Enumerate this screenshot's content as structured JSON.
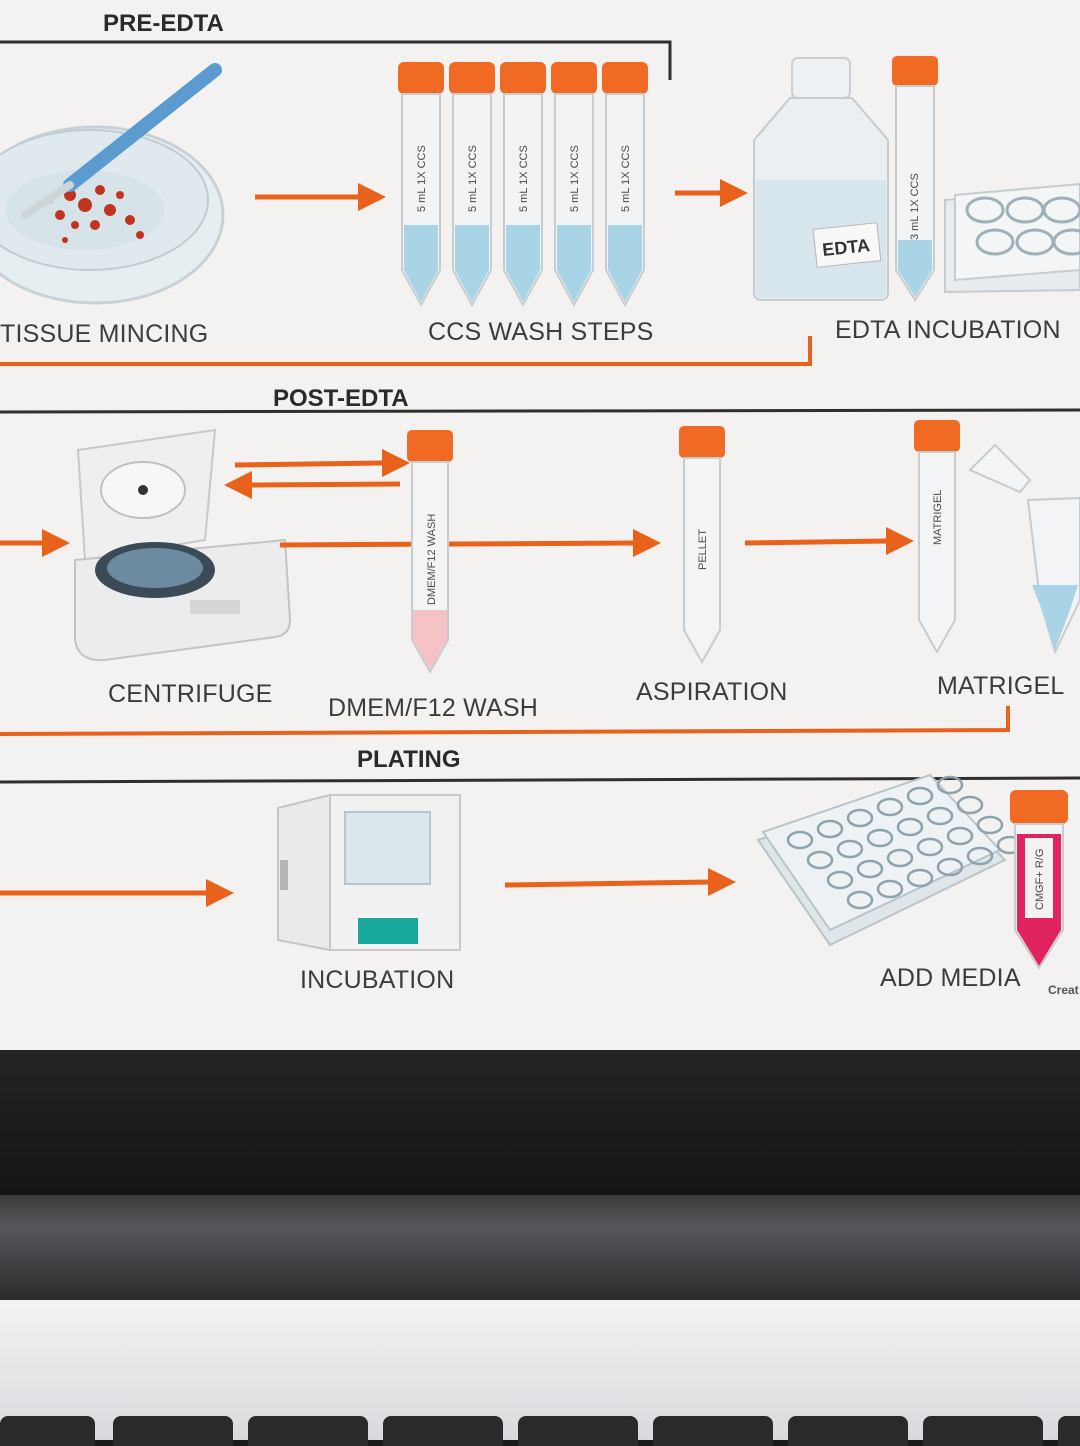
{
  "sections": {
    "pre_edta": "PRE-EDTA",
    "post_edta": "POST-EDTA",
    "plating": "PLATING"
  },
  "steps": {
    "tissue_mincing": "TISSUE MINCING",
    "ccs_wash": "CCS WASH STEPS",
    "edta_incubation": "EDTA INCUBATION",
    "centrifuge": "CENTRIFUGE",
    "dmem_wash": "DMEM/F12 WASH",
    "aspiration": "ASPIRATION",
    "matrigel": "MATRIGEL",
    "incubation": "INCUBATION",
    "add_media": "ADD MEDIA"
  },
  "tube_labels": {
    "ccs": "5 mL  1X CCS",
    "edta_tube": "3 mL  1X CCS",
    "edta_bottle": "EDTA",
    "dmem": "DMEM/F12 WASH",
    "pellet": "PELLET",
    "matrigel": "MATRIGEL",
    "media": "CMGF+ R/G"
  },
  "credit": "Creat",
  "colors": {
    "arrow": "#e8621c",
    "bracket": "#e8621c",
    "cap": "#f06a23",
    "liquid": "#a8d4e6",
    "media": "#e0245e"
  }
}
